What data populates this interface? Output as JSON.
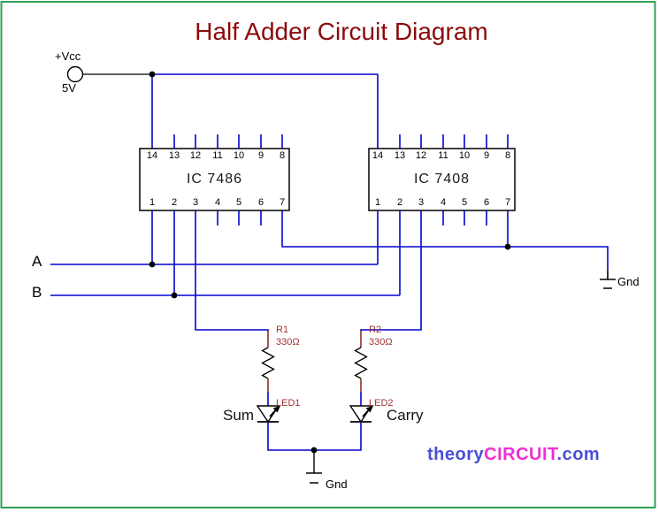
{
  "title": "Half Adder Circuit Diagram",
  "power": {
    "label": "+Vcc",
    "voltage": "5V"
  },
  "inputs": {
    "a": "A",
    "b": "B"
  },
  "ics": [
    {
      "name": "IC 7486",
      "pins_top": [
        "14",
        "13",
        "12",
        "11",
        "10",
        "9",
        "8"
      ],
      "pins_bottom": [
        "1",
        "2",
        "3",
        "4",
        "5",
        "6",
        "7"
      ]
    },
    {
      "name": "IC 7408",
      "pins_top": [
        "14",
        "13",
        "12",
        "11",
        "10",
        "9",
        "8"
      ],
      "pins_bottom": [
        "1",
        "2",
        "3",
        "4",
        "5",
        "6",
        "7"
      ]
    }
  ],
  "resistors": [
    {
      "ref": "R1",
      "value": "330Ω"
    },
    {
      "ref": "R2",
      "value": "330Ω"
    }
  ],
  "leds": [
    {
      "ref": "LED1",
      "output": "Sum"
    },
    {
      "ref": "LED2",
      "output": "Carry"
    }
  ],
  "grounds": {
    "right": "Gnd",
    "bottom": "Gnd"
  },
  "branding": {
    "prefix": "theory",
    "highlight": "CIRCUIT",
    "suffix": ".com"
  },
  "colors": {
    "wire": "#0404cf",
    "lead": "#8a2f28",
    "component_label": "#9c3430",
    "title": "#8b0a0a",
    "border": "#31a054",
    "brand_blue": "#4a4fd6",
    "brand_magenta": "#ef2ed2"
  }
}
